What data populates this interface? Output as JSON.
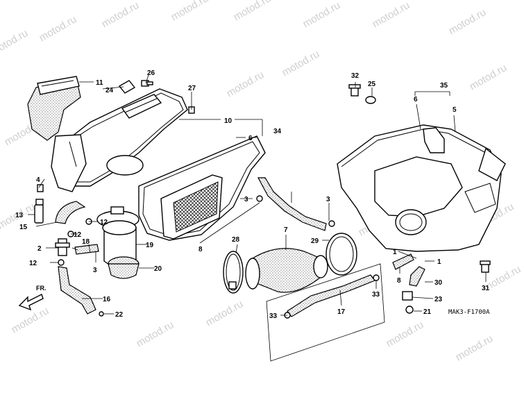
{
  "watermark": "motod.ru",
  "diagram_code": "MAK3-F1700A",
  "front_label": "FR.",
  "callouts": {
    "c1": "1",
    "c1b": "1",
    "c2": "2",
    "c3a": "3",
    "c3b": "3",
    "c3c": "3",
    "c4": "4",
    "c5": "5",
    "c6a": "6",
    "c6b": "6",
    "c7": "7",
    "c8a": "8",
    "c8b": "8",
    "c10": "10",
    "c11": "11",
    "c12a": "12",
    "c12b": "12",
    "c12c": "12",
    "c13": "13",
    "c15": "15",
    "c16": "16",
    "c17": "17",
    "c18": "18",
    "c19": "19",
    "c20": "20",
    "c21": "21",
    "c22": "22",
    "c23": "23",
    "c24": "24",
    "c25": "25",
    "c26": "26",
    "c27": "27",
    "c28": "28",
    "c29": "29",
    "c30": "30",
    "c31": "31",
    "c32": "32",
    "c33a": "33",
    "c33b": "33",
    "c34": "34",
    "c35": "35"
  }
}
